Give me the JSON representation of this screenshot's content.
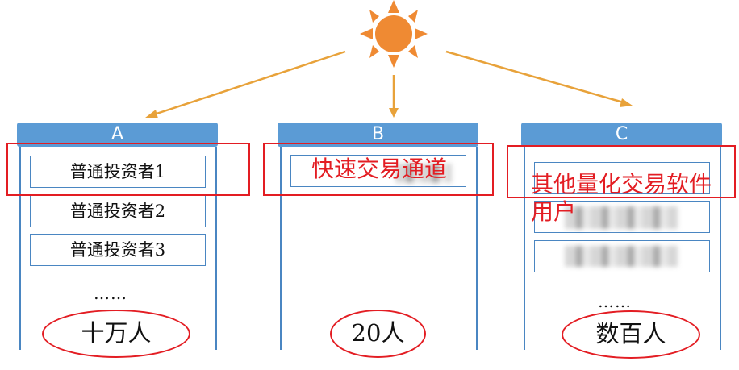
{
  "colors": {
    "header": "#5b9bd5",
    "rail": "#4a86c2",
    "highlight": "#e31d23",
    "arrow": "#e8a23a",
    "sun": "#ef8a33"
  },
  "columns": [
    {
      "header": "A",
      "boxes": [
        "普通投资者1",
        "普通投资者2",
        "普通投资者3"
      ],
      "ellipsis": "……",
      "count": "十万人"
    },
    {
      "header": "B",
      "count": "20人"
    },
    {
      "header": "C",
      "ellipsis": "……",
      "count": "数百人"
    }
  ],
  "annotations": {
    "fast_channel": "快速交易通道",
    "quant_users_line1": "其他量化交易软件",
    "quant_users_line2": "用户"
  },
  "icons": {
    "source": "sun-icon"
  }
}
